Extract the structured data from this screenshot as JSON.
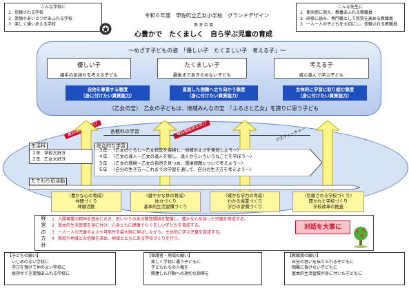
{
  "header": {
    "year_title": "令和６年度　甲佐町立乙女小学校　グランドデザイン",
    "goal_label": "教 育 目 標",
    "goal": "心豊かで　たくましく　自ら学ぶ児童の育成"
  },
  "top_left": {
    "title": "こんな学校に",
    "items": [
      {
        "n": "１",
        "text": "信頼される学校"
      },
      {
        "n": "２",
        "text": "笑顔やあいさつがあふれる学校"
      },
      {
        "n": "３",
        "text": "楽しく通いあえる学校"
      }
    ]
  },
  "top_right": {
    "title": "こんな先生に",
    "items": [
      {
        "n": "１",
        "text": "使命感に燃え、教養あふれる教職員"
      },
      {
        "n": "２",
        "text": "研修に励み、専門職として資質を高める教職員"
      },
      {
        "n": "３",
        "text": "一人一人の子どもを大切にし、信頼される教職員"
      }
    ]
  },
  "vision": {
    "title": "～めざす子どもの姿　「優しい子　たくましい子　考える子」～",
    "cards": [
      {
        "title": "優しい子",
        "sub": "相手の気持ちを考える子ども",
        "btn1": "自他を尊重する態度",
        "btn2": "（身に付けたい資質能力）"
      },
      {
        "title": "たくましい子",
        "sub": "最後まであきらめない子ども",
        "btn1": "直面した困難へ立ち向かう態度",
        "btn2": "（身に付けたい資質能力）"
      },
      {
        "title": "考える子",
        "sub": "自ら進んで学ぶ子ども",
        "btn1": "主体的に学習に取り組む態度",
        "btn2": "（身に付けたい資質能力）"
      }
    ],
    "treasure": "〈乙女の宝〉　乙女の子どもは、地域みんなの宝　「ふるさと乙女」を誇りに思う子ども"
  },
  "middle": {
    "tag_left": "教科横断的な学び",
    "tag_mid": "教科横断的な学び",
    "tag_right": "グスティーチャー",
    "subjects": "各教科の学習",
    "life_label": "生活科",
    "life_rows": [
      {
        "g": "１年",
        "text": "学校大好き"
      },
      {
        "g": "２年",
        "text": "乙女大好き"
      }
    ],
    "integrated_label": "総合的な学習",
    "integrated_rows": [
      {
        "g": "３年",
        "text": "〈乙女のくらし～乙女校区を探検し、地域のよさを発見しよう～〉"
      },
      {
        "g": "４年",
        "text": "〈乙女の達人～乙女の達人を探し、達人からいろいろなことを学ぼう～〉"
      },
      {
        "g": "５年",
        "text": "〈乙女の環境～乙女の自然を見つめ、環境問題について考えよう～〉"
      },
      {
        "g": "６年",
        "text": "〈自分の生き方～これまでの学習を通して、自分の生き方を考えよう～〉"
      }
    ],
    "vertical_label": "たてわり班活動"
  },
  "pillars": [
    {
      "l1": "〈豊かな心の育成〉",
      "l2": "仲間づくり",
      "l3": "体験活動"
    },
    {
      "l1": "〈健やかな体の育成〉",
      "l2": "体力づくり",
      "l3": "基本的生活習慣づくり"
    },
    {
      "l1": "〈確かな学力の育成〉",
      "l2": "わかる授業づくり",
      "l3": "学びの習慣づくり"
    },
    {
      "l1": "〈信頼される学校づくり〉",
      "l2": "開かれた学校づくり",
      "l3": "学校改革の推進"
    }
  ],
  "policy": {
    "label": "経営の方針",
    "items": [
      {
        "n": "１",
        "text": "人間尊重の精神を基本におき、思いやりのある教育環境を整備し、豊かな心を持った児童を育成する。"
      },
      {
        "n": "２",
        "text": "基本的生活習慣を身に付け、心身ともに健康でたくましい子どもを育成する。"
      },
      {
        "n": "３",
        "text": "一人一人の児童のよさや可能性を最大限に伸ばしながら、主体的に学ぶ児童を育成する。"
      },
      {
        "n": "４",
        "text": "家庭や地域との信頼を深め、地域とともにある学校づくりを行う。"
      }
    ],
    "dialogue": "対話を大事に"
  },
  "hopes": [
    {
      "title": "【子どもの願い】",
      "items": [
        "いじめのない学校に",
        "学びを預けて仲のよい学校に",
        "挨拶ができ笑顔あふれる学校に"
      ]
    },
    {
      "title": "【保護者・地域の願い】",
      "items": [
        "楽しく学校に通う子どもに",
        "子どもたちの人権を",
        "関連した行動への適切な指導を"
      ]
    },
    {
      "title": "【教職員の願い】",
      "items": [
        "自分の思いを伝えられる子どもに",
        "困難に負けない子どもに",
        "基本的生活習慣が身に付いた子どもに"
      ]
    }
  ],
  "colors": {
    "panel_blue": "#1f4fbf",
    "policy_red": "#c8102e",
    "arrow_yellow": "#fff58a"
  }
}
